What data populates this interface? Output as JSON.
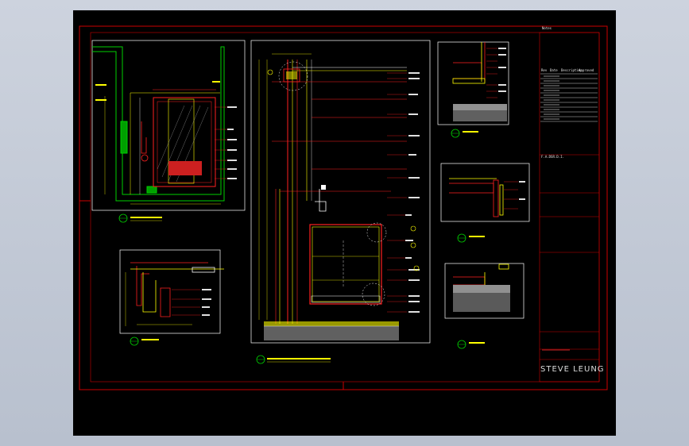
{
  "drawing": {
    "brand": "STEVE LEUNG",
    "notes_title": "Notes",
    "revision_header": [
      "Rev",
      "Date",
      "Description",
      "Approved"
    ],
    "stage_label": "F.A.DSR.D.I.",
    "colors": {
      "background": "#000000",
      "frame": "#cc0000",
      "red": "#ff2020",
      "yellow": "#ffff00",
      "green": "#00d000",
      "white": "#ffffff",
      "gray": "#808080"
    }
  }
}
